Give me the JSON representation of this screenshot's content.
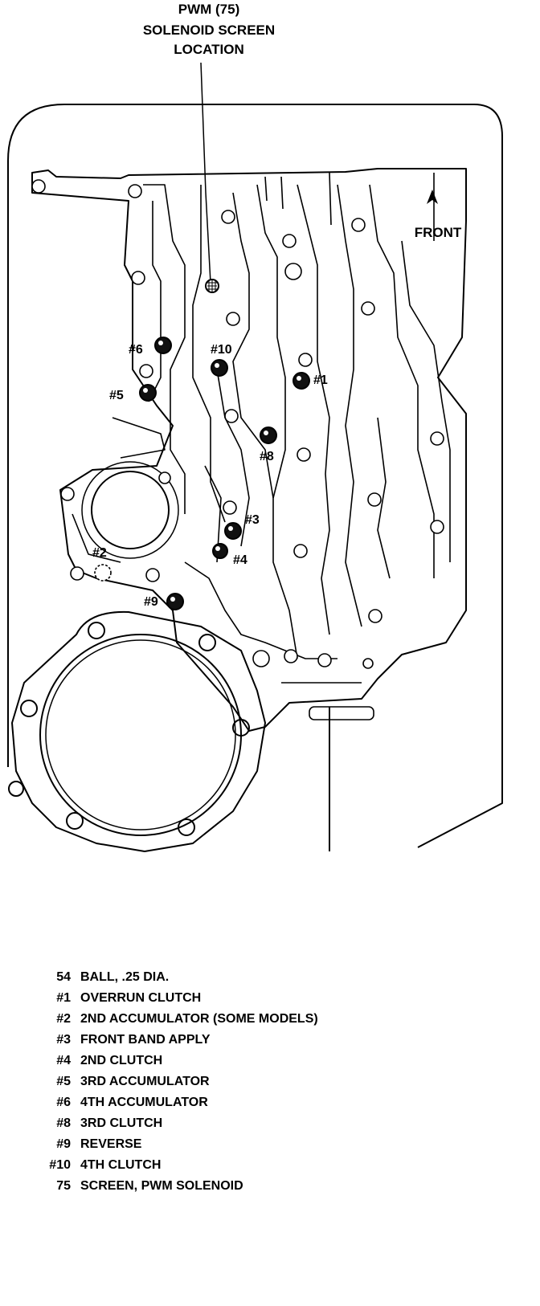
{
  "title_lines": [
    "PWM (75)",
    "SOLENOID SCREEN",
    "LOCATION"
  ],
  "front_label": "FRONT",
  "ball_labels": {
    "b6": "#6",
    "b5": "#5",
    "b10": "#10",
    "b1": "#1",
    "b8": "#8",
    "b3": "#3",
    "b4": "#4",
    "b2": "#2",
    "b9": "#9"
  },
  "legend": [
    {
      "code": "54",
      "desc": "BALL, .25 DIA."
    },
    {
      "code": "#1",
      "desc": "OVERRUN CLUTCH"
    },
    {
      "code": "#2",
      "desc": "2ND ACCUMULATOR (SOME MODELS)"
    },
    {
      "code": "#3",
      "desc": "FRONT BAND APPLY"
    },
    {
      "code": "#4",
      "desc": "2ND CLUTCH"
    },
    {
      "code": "#5",
      "desc": "3RD ACCUMULATOR"
    },
    {
      "code": "#6",
      "desc": "4TH ACCUMULATOR"
    },
    {
      "code": "#8",
      "desc": "3RD CLUTCH"
    },
    {
      "code": "#9",
      "desc": "REVERSE"
    },
    {
      "code": "#10",
      "desc": "4TH CLUTCH"
    },
    {
      "code": "75",
      "desc": "SCREEN, PWM SOLENOID"
    }
  ],
  "colors": {
    "ink": "#000000",
    "paper": "#ffffff"
  }
}
